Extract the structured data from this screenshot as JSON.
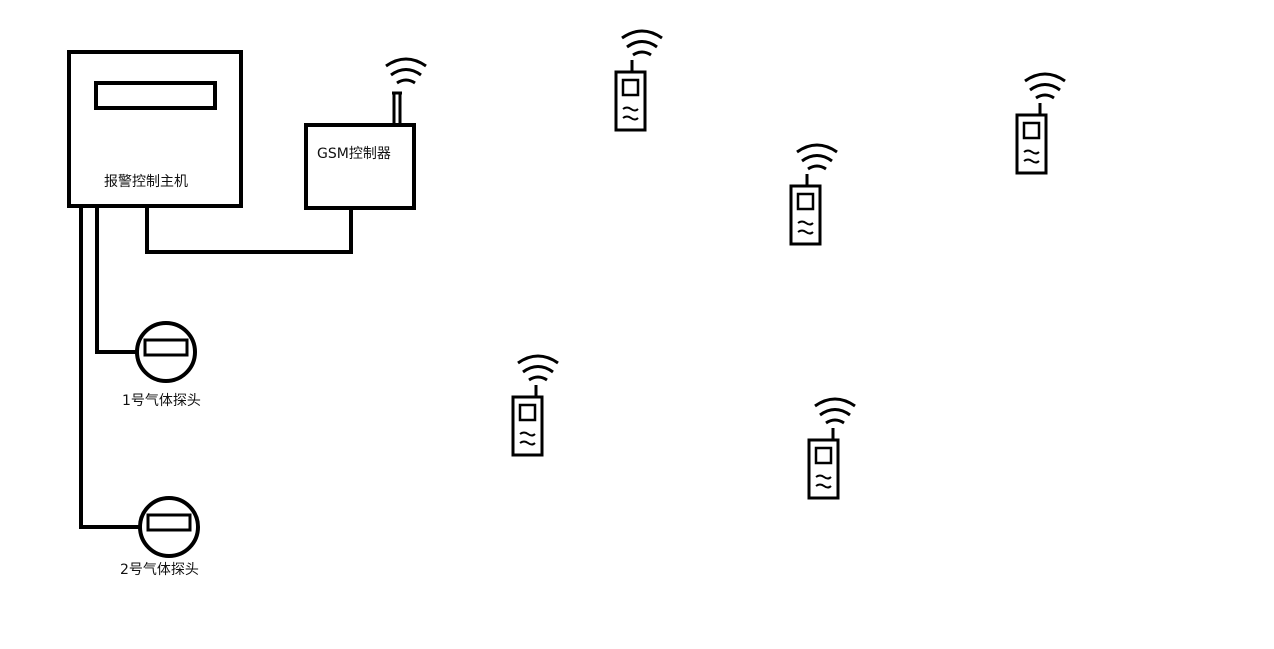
{
  "labels": {
    "host": "报警控制主机",
    "gsm": "GSM控制器",
    "probe1": "1号气体探头",
    "probe2": "2号气体探头"
  },
  "phones": [
    {
      "id": "phone-1"
    },
    {
      "id": "phone-2"
    },
    {
      "id": "phone-3"
    },
    {
      "id": "phone-4"
    },
    {
      "id": "phone-5"
    }
  ],
  "colors": {
    "stroke": "#000000",
    "background": "#ffffff"
  },
  "icons": [
    "wifi-signal-icon",
    "mobile-phone-icon",
    "gas-probe-icon",
    "antenna-icon"
  ]
}
